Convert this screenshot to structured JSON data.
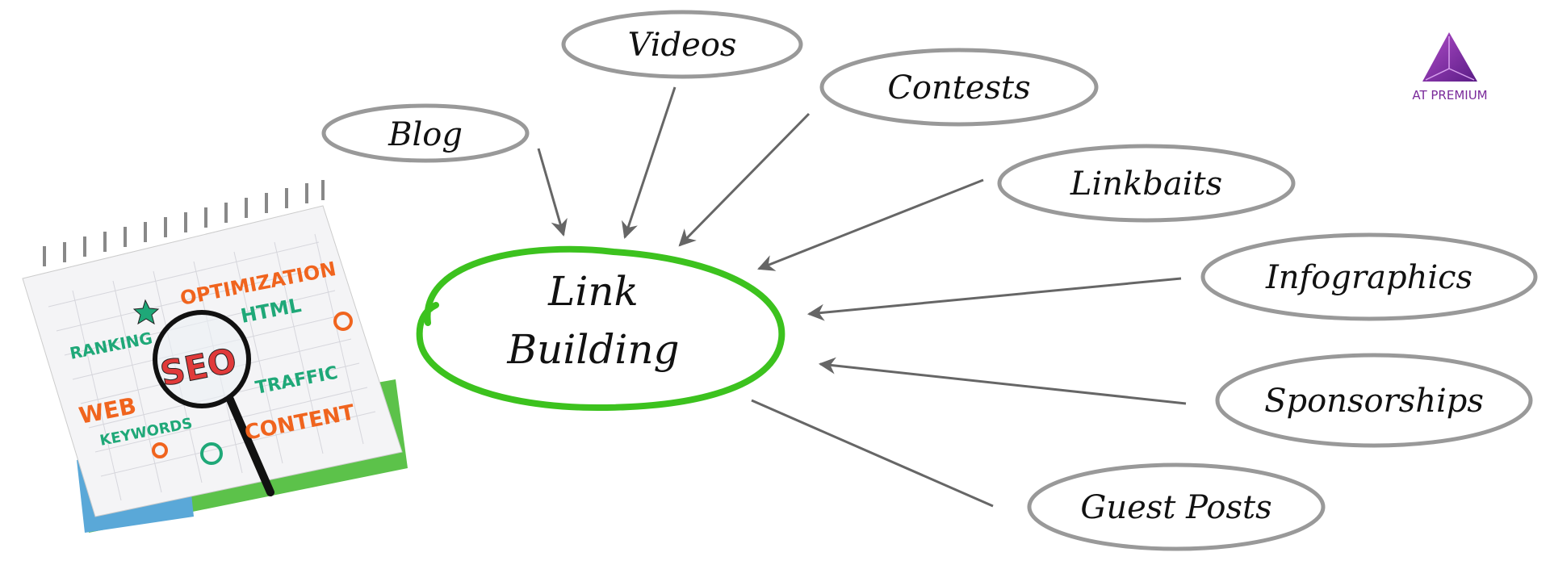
{
  "diagram": {
    "center": {
      "line1": "Link",
      "line2": "Building"
    },
    "nodes": [
      {
        "label": "Blog"
      },
      {
        "label": "Videos"
      },
      {
        "label": "Contests"
      },
      {
        "label": "Linkbaits"
      },
      {
        "label": "Infographics"
      },
      {
        "label": "Sponsorships"
      },
      {
        "label": "Guest Posts"
      }
    ]
  },
  "notebook": {
    "words": [
      "OPTIMIZATION",
      "HTML",
      "RANKING",
      "SEO",
      "TRAFFIC",
      "WEB",
      "KEYWORDS",
      "CONTENT"
    ]
  },
  "logo": {
    "text": "AT PREMIUM"
  },
  "colors": {
    "accent": "#3cc21e",
    "orange": "#f0641e",
    "teal": "#1fa878",
    "logo": "#7a2a9a"
  }
}
